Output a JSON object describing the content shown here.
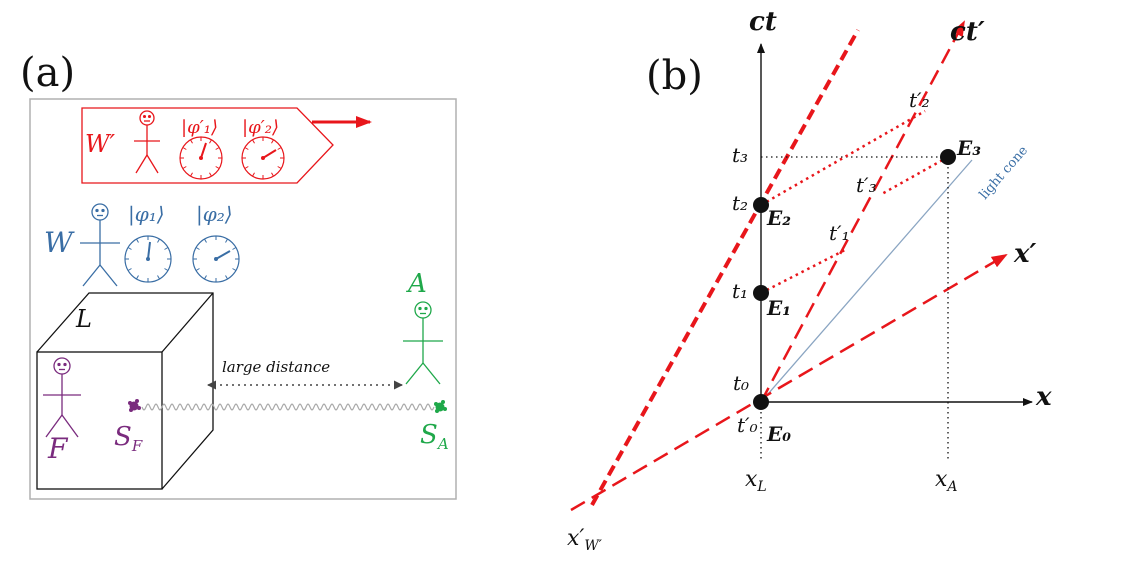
{
  "panel_a": {
    "label": "(a)",
    "wprime_label": "W′",
    "wprime_phi1": "|φ′₁⟩",
    "wprime_phi2": "|φ′₂⟩",
    "w_label": "W",
    "w_phi1": "|φ₁⟩",
    "w_phi2": "|φ₂⟩",
    "lab_label": "L",
    "f_label": "F",
    "sf_label": "S",
    "sf_sub": "F",
    "a_label": "A",
    "sa_label": "S",
    "sa_sub": "A",
    "distance_label": "large distance",
    "colors": {
      "red": "#e8161b",
      "blue": "#3a6ea5",
      "green": "#1fa84a",
      "purple": "#7a2b7e",
      "black": "#111111"
    }
  },
  "panel_b": {
    "label": "(b)",
    "ct_label": "ct",
    "ctprime_label": "ct′",
    "x_label": "x",
    "xprime_label": "x′",
    "light_cone": "light cone",
    "t0": "t₀",
    "t0prime": "t′₀",
    "t1": "t₁",
    "t2": "t₂",
    "t3": "t₃",
    "t1prime": "t′₁",
    "t2prime": "t′₂",
    "t3prime": "t′₃",
    "e0": "E₀",
    "e1": "E₁",
    "e2": "E₂",
    "e3": "E₃",
    "xl": "x",
    "xl_sub": "L",
    "xa": "x",
    "xa_sub": "A",
    "xw": "x′",
    "xw_sub": "W′"
  }
}
